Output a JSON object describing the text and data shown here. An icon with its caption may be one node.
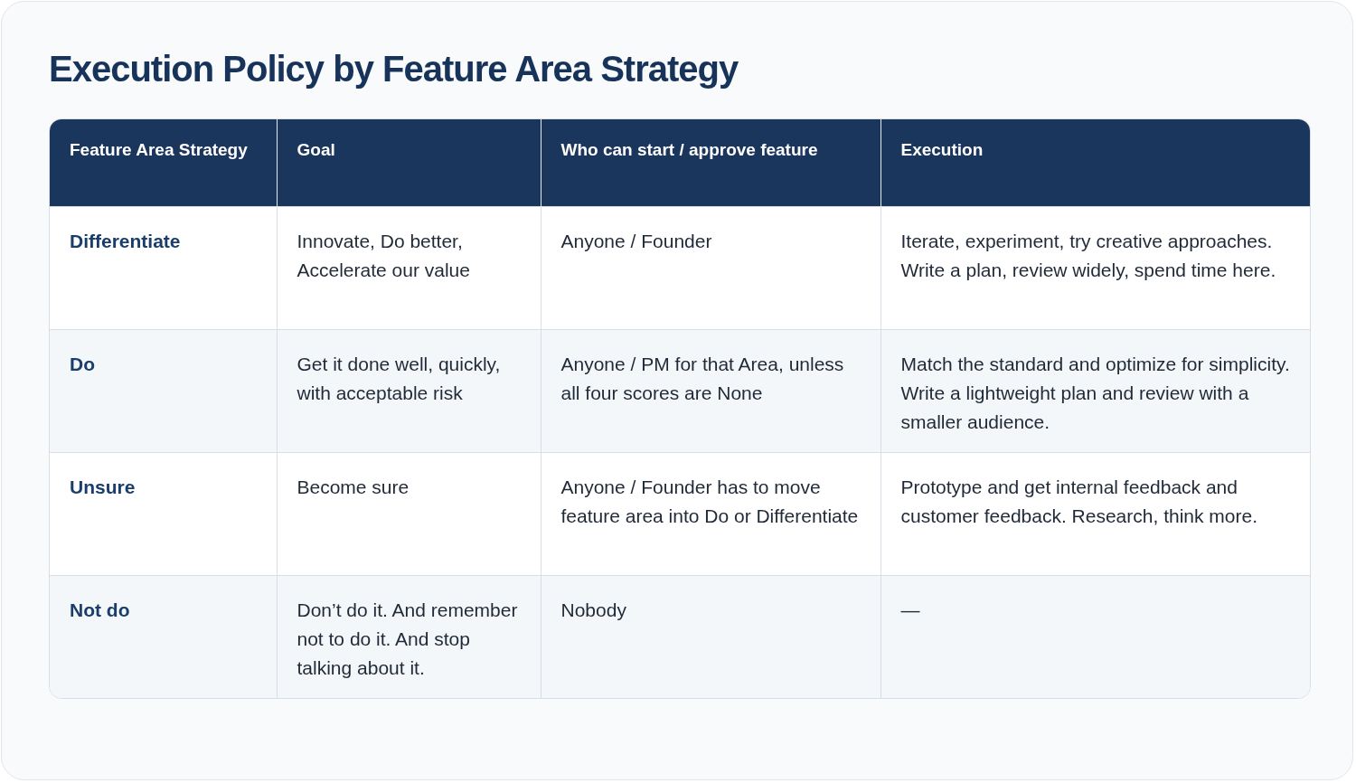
{
  "diagram": {
    "title": "Execution Policy by Feature Area Strategy",
    "labels": [
      "Feature Area Strategy",
      "Goal",
      "Who can start / approve feature",
      "Execution",
      "Differentiate",
      "Innovate, Do better, Accelerate our value",
      "Anyone / Founder",
      "Iterate, experiment, try creative approaches. Write a plan, review widely, spend time here.",
      "Do",
      "Get it done well, quickly, with acceptable risk",
      "Anyone / PM for that Area, unless all four scores are None",
      "Match the standard and optimize for simplicity. Write a lightweight plan and review with a smaller audience.",
      "Unsure",
      "Become sure",
      "Anyone / Founder has to move feature area into Do or Differentiate",
      "Prototype and get internal feedback and customer feedback. Research, think more.",
      "Not do",
      "Don’t do it. And remember not to do it. And stop talking about it.",
      "Nobody",
      "—"
    ]
  }
}
